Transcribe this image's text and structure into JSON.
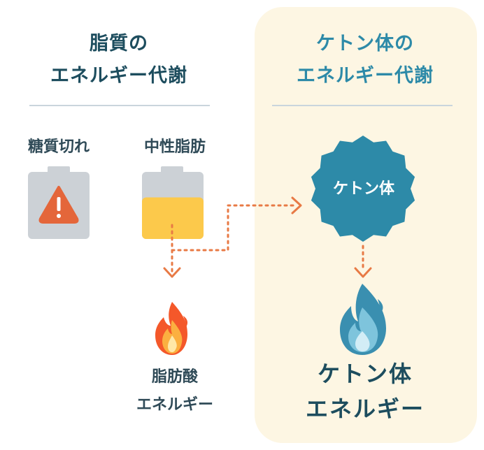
{
  "left_title": {
    "line1": "脂質の",
    "line2": "エネルギー代謝"
  },
  "right_title": {
    "line1": "ケトン体の",
    "line2": "エネルギー代謝"
  },
  "left_labels": {
    "sugar_depleted": "糖質切れ",
    "neutral_fat": "中性脂肪"
  },
  "fatty_acid": {
    "line1": "脂肪酸",
    "line2": "エネルギー"
  },
  "ketone_badge": "ケトン体",
  "ketone_energy": {
    "line1": "ケトン体",
    "line2": "エネルギー"
  },
  "colors": {
    "panel": "#fdf6e3",
    "title_dark": "#1d4d5e",
    "title_blue": "#2d8aa8",
    "battery_gray": "#ccd1d6",
    "battery_fill": "#fcc94b",
    "warning_orange": "#e4663a",
    "arrow_orange": "#e87a45",
    "ketone_blue": "#2d8aa8"
  },
  "icons": [
    "battery-empty-icon",
    "warning-icon",
    "battery-half-icon",
    "orange-flame-icon",
    "blue-flame-icon",
    "ketone-badge-icon"
  ],
  "battery_level": {
    "sugar": 0,
    "fat": 0.62
  }
}
